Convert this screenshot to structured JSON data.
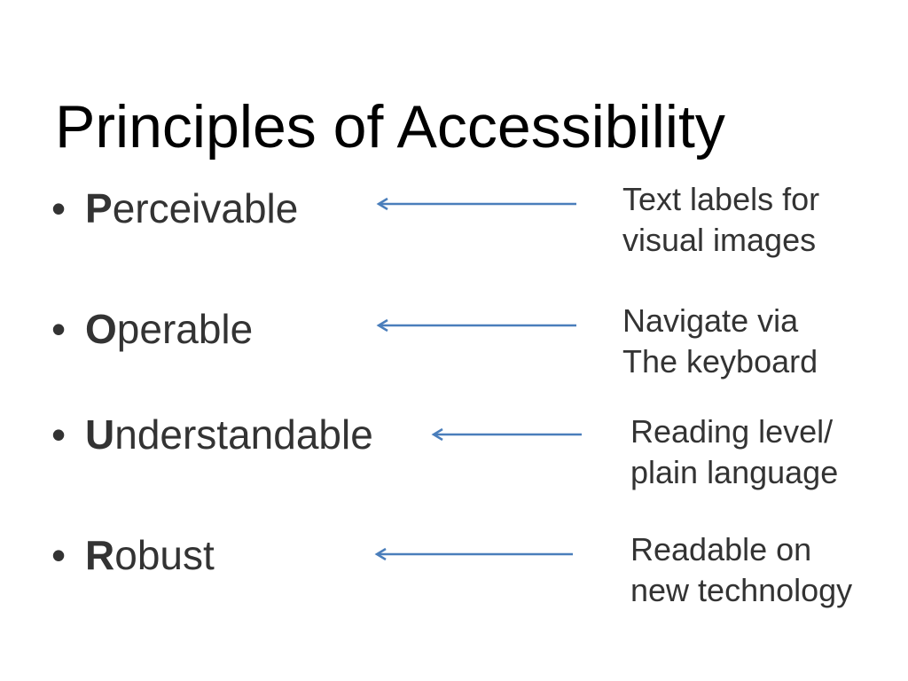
{
  "slide": {
    "title": "Principles of Accessibility",
    "bullet_symbol": "•",
    "arrow_color": "#4a7ebb",
    "principles": [
      {
        "initial": "P",
        "rest": "erceivable",
        "note_line1": "Text labels for",
        "note_line2": "visual images"
      },
      {
        "initial": "O",
        "rest": "perable",
        "note_line1": "Navigate via",
        "note_line2": "The keyboard"
      },
      {
        "initial": "U",
        "rest": "nderstandable",
        "note_line1": "Reading level/",
        "note_line2": "plain language"
      },
      {
        "initial": "R",
        "rest": "obust",
        "note_line1": "Readable on",
        "note_line2": "new technology"
      }
    ]
  }
}
